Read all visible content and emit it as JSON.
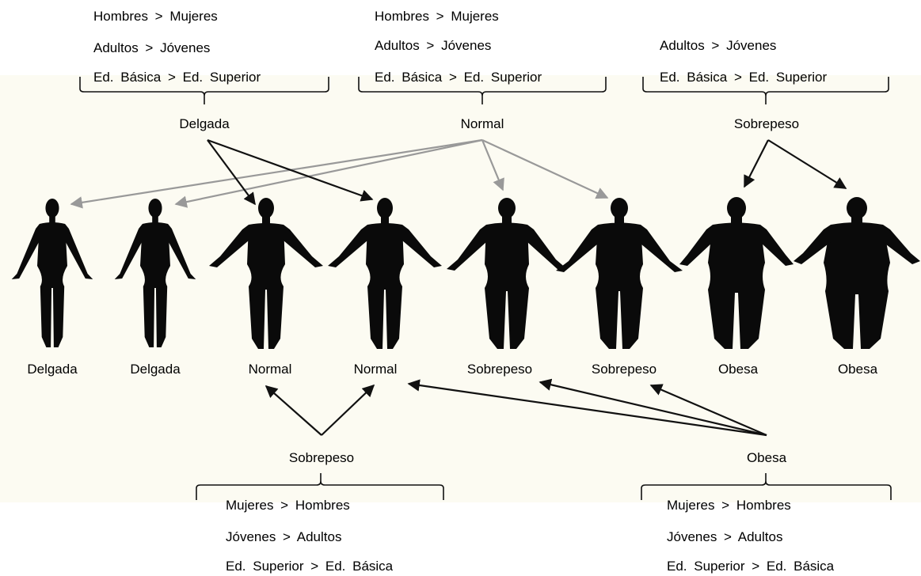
{
  "top_groups": [
    {
      "group": "Delgada",
      "criteria": [
        "Hombres  >  Mujeres",
        "Adultos  >  Jóvenes",
        "Ed. Básica  >  Ed. Superior"
      ]
    },
    {
      "group": "Normal",
      "criteria": [
        "Hombres  >  Mujeres",
        "Adultos  >  Jóvenes",
        "Ed. Básica  >  Ed. Superior"
      ]
    },
    {
      "group": "Sobrepeso",
      "criteria": [
        "Adultos  >  Jóvenes",
        "Ed. Básica  >  Ed. Superior"
      ]
    }
  ],
  "figures": [
    {
      "label": "Delgada",
      "build": "slim"
    },
    {
      "label": "Delgada",
      "build": "slim"
    },
    {
      "label": "Normal",
      "build": "normal"
    },
    {
      "label": "Normal",
      "build": "normal"
    },
    {
      "label": "Sobrepeso",
      "build": "overweight"
    },
    {
      "label": "Sobrepeso",
      "build": "overweight"
    },
    {
      "label": "Obesa",
      "build": "obese"
    },
    {
      "label": "Obesa",
      "build": "obese"
    }
  ],
  "bottom_groups": [
    {
      "group": "Sobrepeso",
      "criteria": [
        "Mujeres  >  Hombres",
        "Jóvenes  >  Adultos",
        "Ed. Superior  >  Ed. Básica"
      ]
    },
    {
      "group": "Obesa",
      "criteria": [
        "Mujeres  >  Hombres",
        "Jóvenes  >  Adultos",
        "Ed. Superior  >  Ed. Básica"
      ]
    }
  ],
  "arrows": [
    {
      "from": "Delgada (top)",
      "to": "Normal (figure 3)",
      "color": "#111111"
    },
    {
      "from": "Delgada (top)",
      "to": "Normal (figure 4)",
      "color": "#111111"
    },
    {
      "from": "Normal (top)",
      "to": "Delgada (figure 1)",
      "color": "#999999"
    },
    {
      "from": "Normal (top)",
      "to": "Delgada (figure 2)",
      "color": "#999999"
    },
    {
      "from": "Normal (top)",
      "to": "Sobrepeso (figure 5)",
      "color": "#999999"
    },
    {
      "from": "Normal (top)",
      "to": "Sobrepeso (figure 6)",
      "color": "#999999"
    },
    {
      "from": "Sobrepeso (top)",
      "to": "Obesa (figure 7)",
      "color": "#111111"
    },
    {
      "from": "Sobrepeso (top)",
      "to": "Obesa (figure 8)",
      "color": "#111111"
    },
    {
      "from": "Sobrepeso (bottom)",
      "to": "Normal (figure 3)",
      "color": "#111111"
    },
    {
      "from": "Sobrepeso (bottom)",
      "to": "Normal (figure 4)",
      "color": "#111111"
    },
    {
      "from": "Obesa (bottom)",
      "to": "Normal (figure 4)",
      "color": "#111111"
    },
    {
      "from": "Obesa (bottom)",
      "to": "Sobrepeso (figure 5)",
      "color": "#111111"
    },
    {
      "from": "Obesa (bottom)",
      "to": "Sobrepeso (figure 6)",
      "color": "#111111"
    }
  ],
  "colors": {
    "background": "#fcfbf2",
    "silhouette": "#0a0a0a",
    "arrow_dark": "#111111",
    "arrow_grey": "#999999"
  }
}
